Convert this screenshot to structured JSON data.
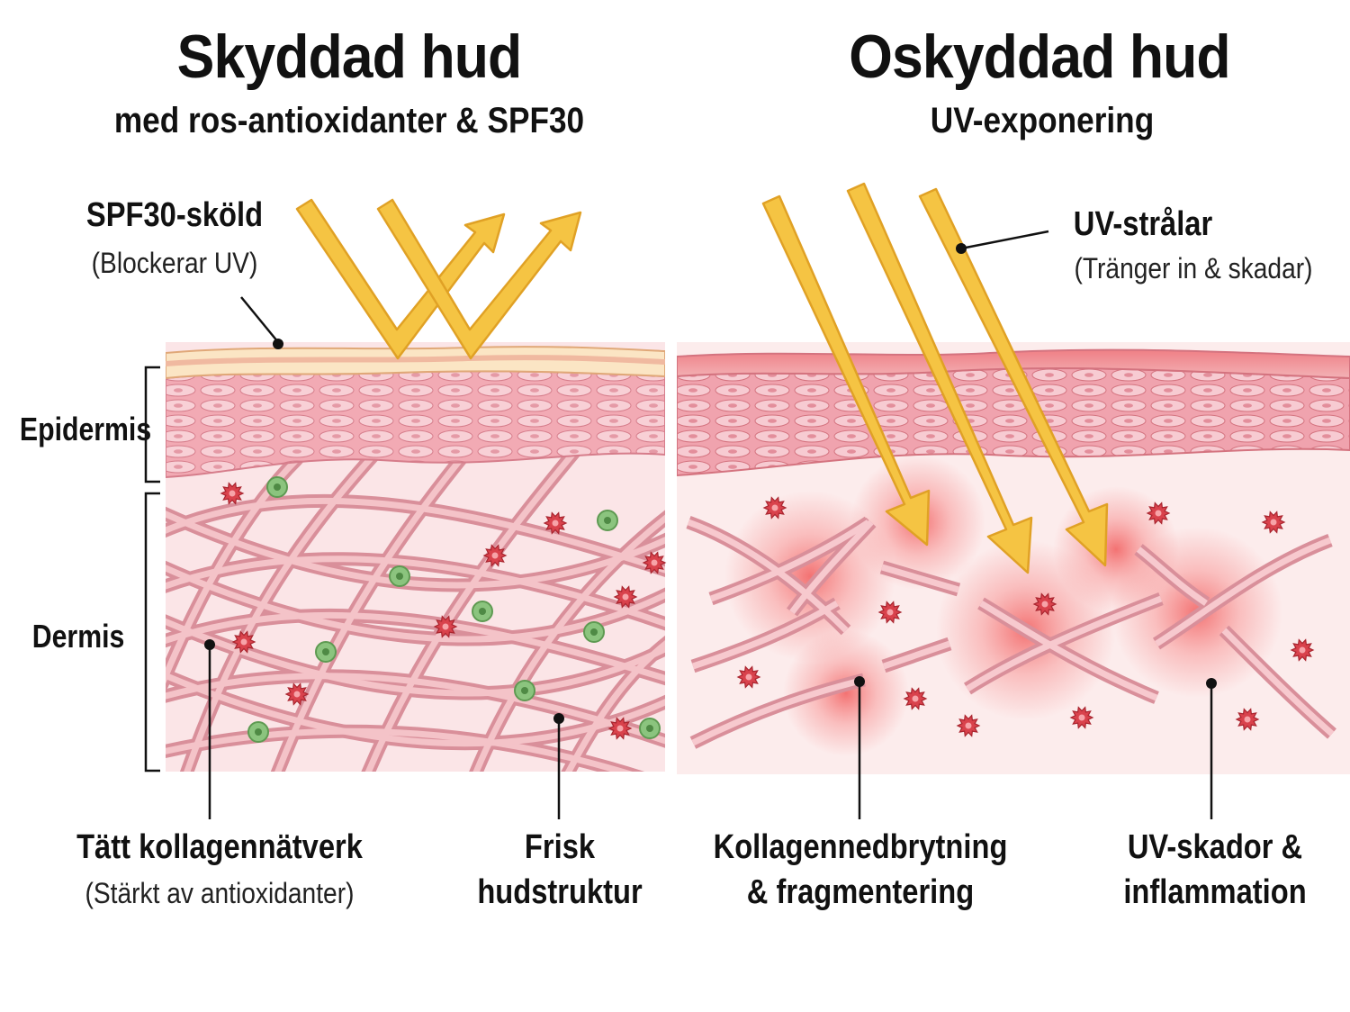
{
  "protected": {
    "title": "Skyddad hud",
    "subtitle": "med ros-antioxidanter & SPF30",
    "shield_label": "SPF30-sköld",
    "shield_note": "(Blockerar UV)",
    "collagen_label": "Tätt kollagennätverk",
    "collagen_note": "(Stärkt av antioxidanter)",
    "healthy_line1": "Frisk",
    "healthy_line2": "hudstruktur"
  },
  "unprotected": {
    "title": "Oskyddad hud",
    "subtitle": "UV-exponering",
    "uv_label": "UV-strålar",
    "uv_note": "(Tränger in & skadar)",
    "breakdown_line1": "Kollagennedbrytning",
    "breakdown_line2": "& fragmentering",
    "damage_line1": "UV-skador &",
    "damage_line2": "inflammation"
  },
  "layers": {
    "epidermis": "Epidermis",
    "dermis": "Dermis"
  },
  "colors": {
    "uv_arrow": "#f5c443",
    "uv_arrow_edge": "#e0a125",
    "skin": "#f2a9b3",
    "collagen": "#f3b8bf",
    "antioxidant": "#8bc47e",
    "free_radical": "#d9424c",
    "inflammation": "#f04a4a"
  },
  "icons": {
    "antioxidant": "green-antioxidant-cell",
    "free_radical": "red-free-radical-icon"
  }
}
